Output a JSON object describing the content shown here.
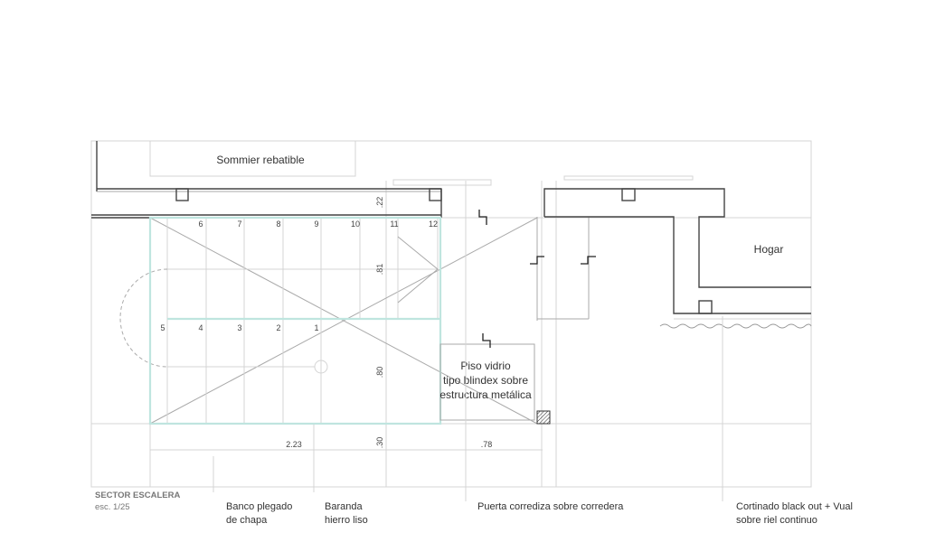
{
  "drawing": {
    "title": "SECTOR ESCALERA",
    "scale": "esc. 1/25",
    "rooms": {
      "sommier": "Sommier rebatible",
      "hogar": "Hogar",
      "glass_floor": [
        "Piso vidrio",
        "tipo blindex sobre",
        "estructura metálica"
      ]
    },
    "step_numbers_top": [
      "6",
      "7",
      "8",
      "9",
      "10",
      "11",
      "12"
    ],
    "step_numbers_bottom": [
      "5",
      "4",
      "3",
      "2",
      "1"
    ],
    "dimensions": {
      "d22": ".22",
      "d81": ".81",
      "d80": ".80",
      "d30": ".30",
      "d223": "2.23",
      "d78": ".78"
    },
    "notes": [
      {
        "line1": "Banco plegado",
        "line2": "de chapa"
      },
      {
        "line1": "Baranda",
        "line2": "hierro liso"
      },
      {
        "line1": "Puerta corrediza sobre corredera",
        "line2": ""
      },
      {
        "line1": "Cortinado black out + Vual",
        "line2": "sobre riel continuo"
      }
    ],
    "colors": {
      "wall": "#444444",
      "railing": "#bfe5df",
      "guide": "#d4d4d4"
    }
  }
}
